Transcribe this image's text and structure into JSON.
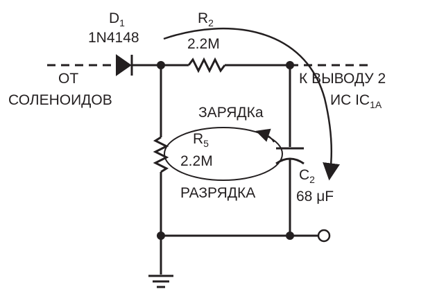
{
  "components": {
    "d1": {
      "ref": "D",
      "ref_sub": "1",
      "value": "1N4148"
    },
    "r2": {
      "ref": "R",
      "ref_sub": "2",
      "value": "2.2M"
    },
    "r5": {
      "ref": "R",
      "ref_sub": "5",
      "value": "2.2M"
    },
    "c2": {
      "ref": "C",
      "ref_sub": "2",
      "value": "68 μF"
    }
  },
  "labels": {
    "from_line1": "ОТ",
    "from_line2": "СОЛЕНОИДОВ",
    "to_line1": "К ВЫВОДУ 2",
    "to_line2_main": "ИС IC",
    "to_line2_sub": "1A",
    "charge": "ЗАРЯДКa",
    "discharge": "РАЗРЯДКА"
  },
  "colors": {
    "ink": "#231f20",
    "background": "#ffffff"
  }
}
